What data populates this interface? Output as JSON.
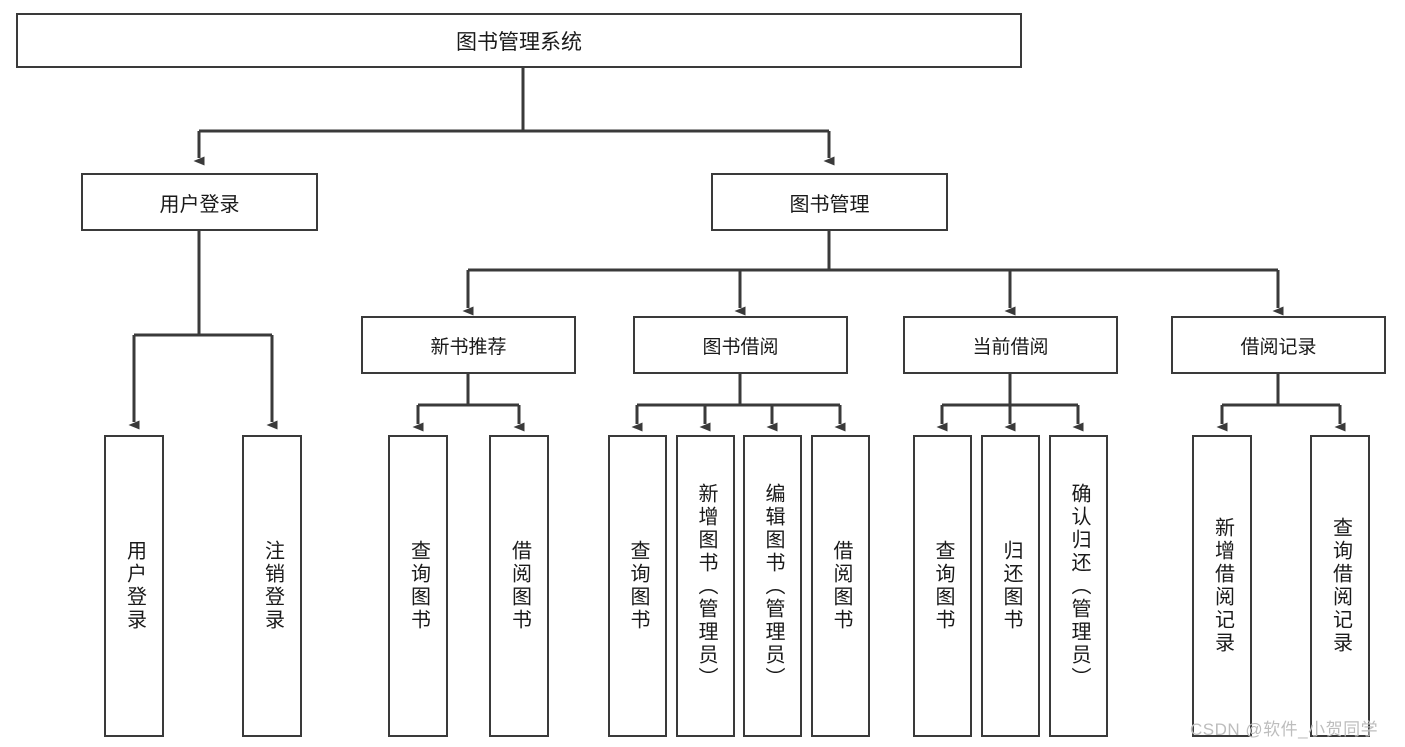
{
  "diagram": {
    "type": "tree-hierarchy",
    "title": "图书管理系统",
    "watermark": "CSDN @软件_小贺同学",
    "colors": {
      "box_border": "#3a3a3a",
      "box_fill": "#ffffff",
      "connector": "#3a3a3a",
      "text": "#1a1a1a",
      "watermark": "#bdbdbd"
    },
    "root": {
      "label": "图书管理系统"
    },
    "level1": [
      {
        "id": "user-login",
        "label": "用户登录"
      },
      {
        "id": "book-management",
        "label": "图书管理"
      }
    ],
    "level2": [
      {
        "id": "new-book-recommend",
        "label": "新书推荐",
        "parent": "book-management"
      },
      {
        "id": "book-borrow",
        "label": "图书借阅",
        "parent": "book-management"
      },
      {
        "id": "current-borrow",
        "label": "当前借阅",
        "parent": "book-management"
      },
      {
        "id": "borrow-record",
        "label": "借阅记录",
        "parent": "book-management"
      }
    ],
    "leaves": {
      "user_login": [
        {
          "id": "leaf-user-login",
          "label": "用户登录"
        },
        {
          "id": "leaf-logout-login",
          "label": "注销登录"
        }
      ],
      "new_book_recommend": [
        {
          "id": "leaf-query-book-1",
          "label": "查询图书"
        },
        {
          "id": "leaf-borrow-book-1",
          "label": "借阅图书"
        }
      ],
      "book_borrow": [
        {
          "id": "leaf-query-book-2",
          "label": "查询图书"
        },
        {
          "id": "leaf-add-book",
          "label": "新增图书（管理员）"
        },
        {
          "id": "leaf-edit-book",
          "label": "编辑图书（管理员）"
        },
        {
          "id": "leaf-borrow-book-2",
          "label": "借阅图书"
        }
      ],
      "current_borrow": [
        {
          "id": "leaf-query-book-3",
          "label": "查询图书"
        },
        {
          "id": "leaf-return-book",
          "label": "归还图书"
        },
        {
          "id": "leaf-confirm-return",
          "label": "确认归还（管理员）"
        }
      ],
      "borrow_record": [
        {
          "id": "leaf-add-borrow-record",
          "label": "新增借阅记录"
        },
        {
          "id": "leaf-query-borrow-record",
          "label": "查询借阅记录"
        }
      ]
    }
  }
}
